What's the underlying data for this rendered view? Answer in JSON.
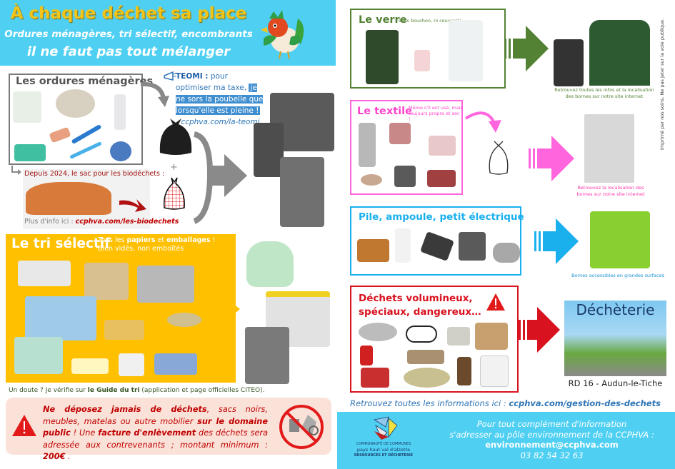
{
  "header": {
    "title": "À chaque déchet sa place",
    "subtitle_1": "Ordures ménagères, tri sélectif, encombrants",
    "subtitle_2": "il ne faut pas tout mélanger",
    "mascot_icon": "rooster-icon",
    "bg_color": "#4fd0f3",
    "title_color": "#f0c419"
  },
  "ordures": {
    "title": "Les ordures ménagères",
    "teomi_label": "TEOMI :",
    "teomi_text_1": "pour optimiser ma taxe,",
    "teomi_text_2": "je ne sors la poubelle que lorsqu'elle est pleine !",
    "teomi_link": "ccphva.com/la-teomi",
    "plus": "+",
    "biodechets_title": "Depuis 2024, le sac pour les biodéchets :",
    "biodechets_info_label": "Plus d'info ici :",
    "biodechets_link": "ccphva.com/les-biodechets",
    "color": "#7a7a7a"
  },
  "tri": {
    "title": "Le tri sélectif",
    "sub_1a": "Tous les ",
    "sub_1b": "papiers",
    "sub_1c": " et ",
    "sub_1d": "emballages",
    "sub_1e": " !",
    "sub_2": "Bien vidés, non emboîtés",
    "note_a": "Un doute ? Je vérifie sur ",
    "note_b": "le Guide du tri",
    "note_c": " (application et page officielles CITEO).",
    "color": "#ffc000"
  },
  "warning": {
    "p1": "Ne déposez jamais de déchets",
    "p2": ", sacs noirs, meubles, matelas ou autre mobilier ",
    "p3": "sur le domaine public",
    "p4": " ! Une ",
    "p5": "facture d'enlèvement",
    "p6": " des déchets sera adressée aux contrevenants ; montant minimum : ",
    "p7": "200€",
    "p8": " ."
  },
  "verre": {
    "title": "Le verre",
    "subtitle": "sans bouchon, ni couvercle",
    "note": "Retrouvez toutes les infos et  la localisation des bornes sur notre site internet",
    "color": "#548235"
  },
  "textile": {
    "title": "Le textile",
    "subtitle": "Même s'il est usé, mais toujours propre et sec !",
    "note": "Retrouvez la localisation des bornes sur notre site internet",
    "color": "#ff66dd"
  },
  "electrique": {
    "title": "Pile, ampoule, petit électrique",
    "note": "Bornes accessibles en grandes surfaces",
    "color": "#1ab0ee"
  },
  "volumineux": {
    "title_1": "Déchets volumineux,",
    "title_2": "spéciaux, dangereux…",
    "color": "#d9121f"
  },
  "decheterie": {
    "title": "Déchèterie",
    "location": "RD 16 - Audun-le-Tiche"
  },
  "footer": {
    "link_label": "Retrouvez toutes les informations ici :",
    "link": "ccphva.com/gestion-des-dechets",
    "info_1": "Pour tout complément d'information",
    "info_2": "s'adresser au pôle environnement de la CCPHVA :",
    "email": "environnement@ccphva.com",
    "phone": "03 82 54 32 63",
    "logo_line_1": "COMMUNAUTÉ DE COMMUNES",
    "logo_line_2": "pays haut val d'alzette",
    "logo_line_3": "RESSOURCES ET DÉCHETERIE"
  },
  "vertical_note": "Imprimé par nos soins. Ne pas jeter sur la voie publique."
}
